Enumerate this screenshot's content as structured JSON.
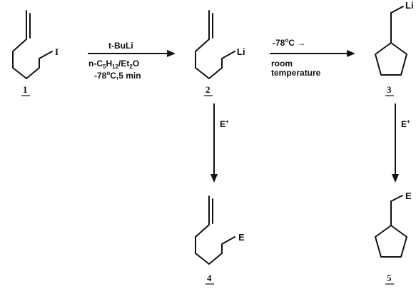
{
  "compound_1": {
    "number": "1",
    "atom": "I"
  },
  "compound_2": {
    "number": "2",
    "atom": "Li"
  },
  "compound_3": {
    "number": "3",
    "atom": "Li"
  },
  "compound_4": {
    "number": "4",
    "atom": "E"
  },
  "compound_5": {
    "number": "5",
    "atom": "E"
  },
  "arrow_1_to_2": {
    "reagent": "t-BuLi",
    "solvent_1": "n-C",
    "solvent_sub_1": "5",
    "solvent_2": "H",
    "solvent_sub_2": "12",
    "solvent_3": "/Et",
    "solvent_sub_3": "2",
    "solvent_4": "O",
    "conditions_1": "-78",
    "conditions_deg": "o",
    "conditions_2": "C,5 min"
  },
  "arrow_2_to_3": {
    "temp_1": "-78",
    "temp_deg": "o",
    "temp_2": "C →",
    "line_1": "room",
    "line_2": "temperature"
  },
  "arrow_2_to_4": {
    "reagent": "E",
    "charge": "+"
  },
  "arrow_3_to_5": {
    "reagent": "E",
    "charge": "+"
  }
}
